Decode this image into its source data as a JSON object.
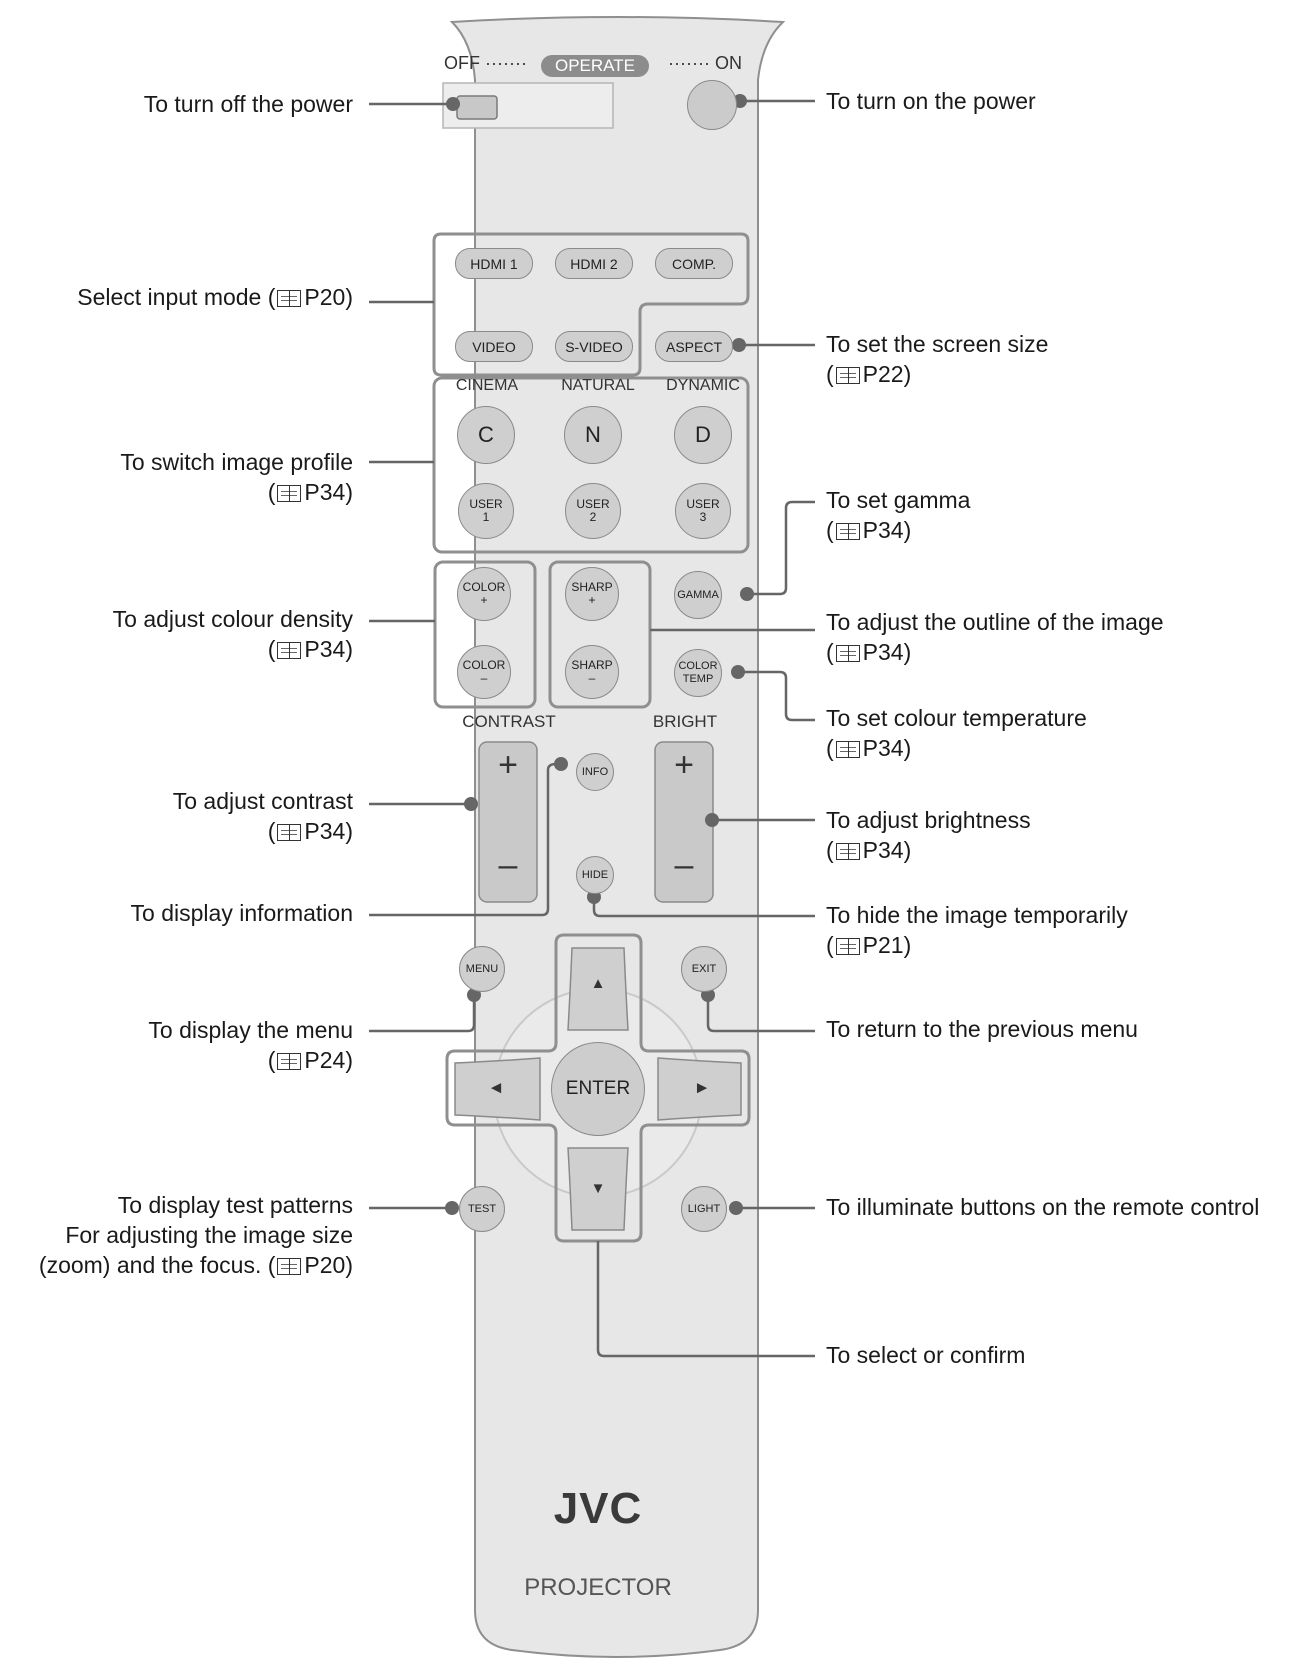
{
  "remote": {
    "brand": "JVC",
    "model_label": "PROJECTOR",
    "power": {
      "off_label": "OFF ·······",
      "operate_label": "OPERATE",
      "on_label": "······· ON"
    },
    "inputs": [
      "HDMI 1",
      "HDMI 2",
      "COMP.",
      "VIDEO",
      "S-VIDEO",
      "ASPECT"
    ],
    "profile_headers": [
      "CINEMA",
      "NATURAL",
      "DYNAMIC"
    ],
    "profile_buttons": [
      "C",
      "N",
      "D"
    ],
    "user_buttons": [
      "USER\n1",
      "USER\n2",
      "USER\n3"
    ],
    "color_plus": "COLOR\n+",
    "color_minus": "COLOR\n–",
    "sharp_plus": "SHARP\n+",
    "sharp_minus": "SHARP\n–",
    "gamma": "GAMMA",
    "color_temp": "COLOR\nTEMP",
    "contrast_label": "CONTRAST",
    "bright_label": "BRIGHT",
    "plus": "+",
    "minus": "–",
    "info": "INFO",
    "hide": "HIDE",
    "menu": "MENU",
    "exit": "EXIT",
    "enter": "ENTER",
    "up": "▲",
    "down": "▼",
    "left": "◄",
    "right": "►",
    "test": "TEST",
    "light": "LIGHT"
  },
  "callouts": {
    "power_off": {
      "lines": [
        "To turn off the power"
      ]
    },
    "power_on": {
      "lines": [
        "To turn on the power"
      ]
    },
    "input": {
      "text": "Select input mode (",
      "page": "P20)"
    },
    "aspect": {
      "line1": "To set the screen size",
      "page": "P22)"
    },
    "profile": {
      "line1": "To switch image profile",
      "page": "P34)"
    },
    "gamma": {
      "line1": "To set gamma",
      "page": "P34)"
    },
    "colour_density": {
      "line1": "To adjust colour density",
      "page": "P34)"
    },
    "outline": {
      "line1": "To adjust the outline of the image",
      "page": "P34)"
    },
    "colour_temp": {
      "line1": "To set colour temperature",
      "page": "P34)"
    },
    "contrast": {
      "line1": "To adjust contrast",
      "page": "P34)"
    },
    "brightness": {
      "line1": "To adjust brightness",
      "page": "P34)"
    },
    "info": {
      "lines": [
        "To display information"
      ]
    },
    "hide": {
      "line1": "To hide the image temporarily",
      "page": "P21)"
    },
    "menu": {
      "line1": "To display the menu",
      "page": "P24)"
    },
    "exit": {
      "lines": [
        "To return to the previous menu"
      ]
    },
    "test": {
      "line1": "To display test patterns",
      "line2": "For adjusting the image size",
      "line3": "(zoom) and the focus. (",
      "page": "P20)"
    },
    "light": {
      "lines": [
        "To illuminate buttons on the remote control"
      ]
    },
    "select": {
      "lines": [
        "To select or confirm"
      ]
    }
  }
}
